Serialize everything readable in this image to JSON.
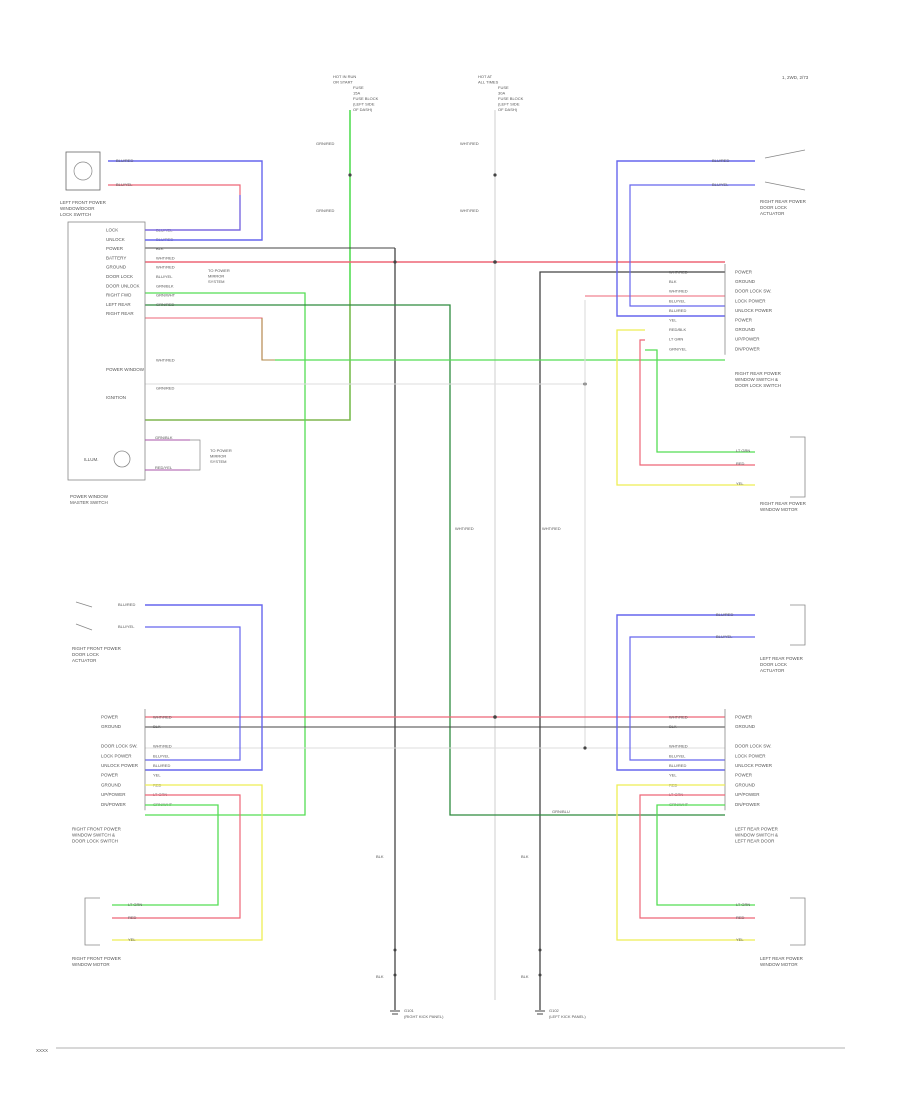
{
  "header": {
    "page_ref": "1, 2WD, 2/73"
  },
  "top_labels": {
    "left_source": [
      "HOT IN RUN",
      "OR START",
      "FUSE",
      "15A",
      "FUSE BLOCK",
      "(LEFT SIDE",
      "OF DASH)"
    ],
    "right_source": [
      "HOT AT",
      "ALL TIMES",
      "FUSE",
      "30A",
      "FUSE BLOCK",
      "(LEFT SIDE",
      "OF DASH)"
    ],
    "wire_left_top": "GRN/RED",
    "wire_left_mid": "GRN/RED",
    "wire_right_top": "WHT/RED",
    "wire_right_mid": "WHT/RED"
  },
  "door_locks": {
    "tl_label": [
      "LEFT FRONT POWER",
      "WINDOW/DOOR",
      "LOCK SWITCH"
    ],
    "tl_wires": [
      "BLU/RED",
      "BLU/YEL"
    ],
    "tr_label": [
      "RIGHT REAR POWER",
      "DOOR LOCK",
      "ACTUATOR"
    ],
    "tr_wires": [
      "BLU/RED",
      "BLU/YEL"
    ],
    "ml_label": [
      "RIGHT FRONT POWER",
      "DOOR LOCK",
      "ACTUATOR"
    ],
    "ml_wires": [
      "BLU/RED",
      "BLU/YEL"
    ],
    "mr_label": [
      "LEFT REAR POWER",
      "DOOR LOCK",
      "ACTUATOR"
    ],
    "mr_wires": [
      "BLU/RED",
      "BLU/YEL"
    ]
  },
  "master_switch": {
    "pins": [
      "LOCK",
      "UNLOCK",
      "POWER",
      "BATTERY",
      "GROUND",
      "DOOR LOCK",
      "DOOR UNLOCK",
      "RIGHT FWD",
      "LEFT REAR",
      "RIGHT REAR",
      "",
      "",
      "",
      "",
      "",
      "POWER WINDOW",
      "",
      "",
      "IGNITION"
    ],
    "wires": [
      "BLU/YEL",
      "BLU/RED",
      "BLK",
      "WHT/RED",
      "WHT/RED",
      "BLU/YEL",
      "GRN/BLK",
      "GRN/WHT",
      "GRN/RED",
      "",
      "",
      "",
      "",
      "",
      "WHT/RED",
      "",
      "",
      "GRN/RED"
    ],
    "title": [
      "POWER WINDOW",
      "MASTER SWITCH"
    ],
    "illum_label": [
      "TO POWER",
      "MIRROR",
      "SYSTEM"
    ],
    "illum_wires": [
      "GRN/BLK",
      "RED/YEL"
    ],
    "bulb_label": "ILLUM.",
    "led_label": [
      "TO POWER",
      "MIRROR",
      "SYSTEM"
    ]
  },
  "right_rear_window": {
    "pins": [
      "POWER",
      "GROUND",
      "DOOR LOCK SW.",
      "LOCK POWER",
      "UNLOCK POWER",
      "POWER",
      "GROUND",
      "UP/POWER",
      "DN/POWER"
    ],
    "wires": [
      "WHT/RED",
      "BLK",
      "WHT/RED",
      "BLU/YEL",
      "BLU/RED",
      "YEL",
      "RED/BLK",
      "LT GRN",
      "GRN/YEL"
    ],
    "title": [
      "RIGHT REAR POWER",
      "WINDOW SWITCH &",
      "DOOR LOCK SWITCH"
    ],
    "motor_wires": [
      "LT GRN",
      "RED",
      "YEL"
    ],
    "motor_label": [
      "RIGHT REAR POWER",
      "WINDOW MOTOR"
    ]
  },
  "right_front_window": {
    "pins": [
      "POWER",
      "GROUND",
      "",
      "DOOR LOCK SW.",
      "LOCK POWER",
      "UNLOCK POWER",
      "POWER",
      "GROUND",
      "UP/POWER",
      "DN/POWER"
    ],
    "wires": [
      "WHT/RED",
      "BLK",
      "",
      "WHT/RED",
      "BLU/YEL",
      "BLU/RED",
      "YEL",
      "RED",
      "LT GRN",
      "GRN/WHT"
    ],
    "title": [
      "RIGHT FRONT POWER",
      "WINDOW SWITCH &",
      "DOOR LOCK SWITCH"
    ],
    "motor_wires": [
      "LT GRN",
      "RED",
      "YEL"
    ],
    "motor_label": [
      "RIGHT FRONT POWER",
      "WINDOW MOTOR"
    ]
  },
  "left_rear_window": {
    "pins": [
      "POWER",
      "GROUND",
      "",
      "DOOR LOCK SW.",
      "LOCK POWER",
      "UNLOCK POWER",
      "POWER",
      "GROUND",
      "UP/POWER",
      "DN/POWER"
    ],
    "wires": [
      "WHT/RED",
      "BLK",
      "",
      "WHT/RED",
      "BLU/YEL",
      "BLU/RED",
      "YEL",
      "RED",
      "LT GRN",
      "GRN/WHT"
    ],
    "title": [
      "LEFT REAR POWER",
      "WINDOW SWITCH &",
      "LEFT REAR DOOR"
    ],
    "motor_wires": [
      "LT GRN",
      "RED",
      "YEL"
    ],
    "motor_label": [
      "LEFT REAR POWER",
      "WINDOW MOTOR"
    ]
  },
  "center": {
    "vwire_left_label": "WHT/RED",
    "vwire_right_label": "WHT/RED",
    "ground_wire_left": "BLK",
    "ground_wire_left2": "BLK",
    "ground_wire_right": "BLK",
    "ground_wire_right2": "BLK",
    "ground_left": [
      "G101",
      "(RIGHT KICK PANEL)"
    ],
    "ground_right": [
      "G102",
      "(LEFT KICK PANEL)"
    ],
    "mid_wire": "GRN/BLU"
  },
  "footer": {
    "id": "XXXX"
  },
  "colors": {
    "blue": "#6666ee",
    "red": "#ee6677",
    "green": "#55dd55",
    "yellow": "#eeee55",
    "black": "#444444",
    "white": "#dddddd",
    "brown": "#b08a4a",
    "darkgreen": "#2e8b3e",
    "purple": "#aa55aa"
  }
}
